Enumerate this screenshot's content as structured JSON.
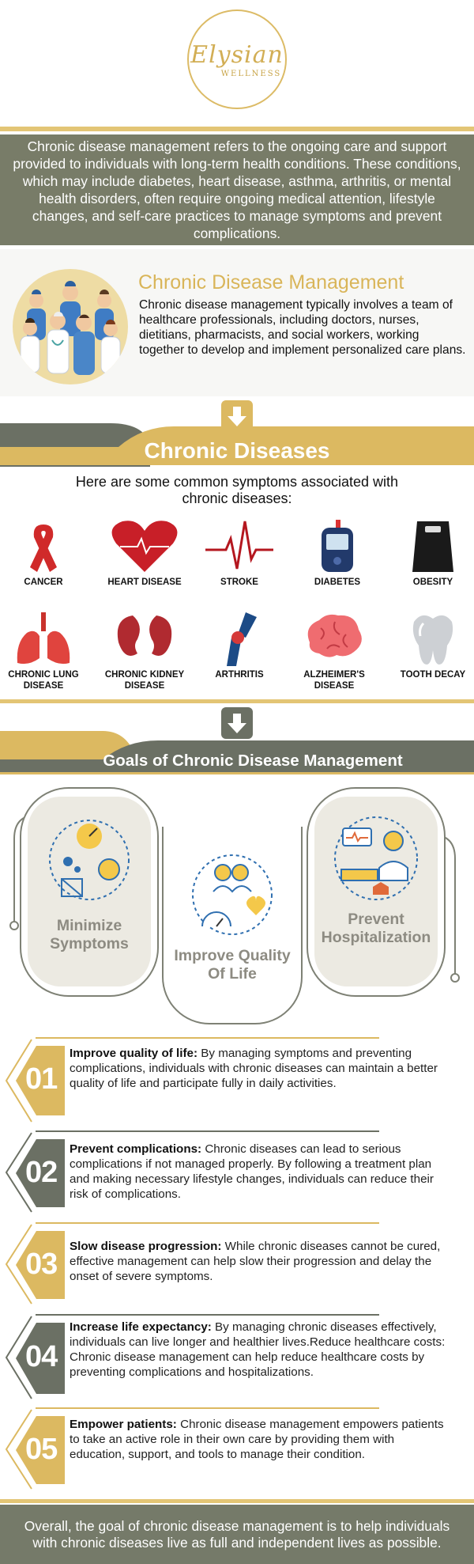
{
  "brand": {
    "script": "Elysian",
    "sub": "WELLNESS"
  },
  "intro": "Chronic disease management refers to the ongoing care and support provided to individuals with long-term health conditions. These conditions, which may include diabetes, heart disease, asthma, arthritis, or mental health disorders, often require ongoing medical attention, lifestyle changes, and self-care practices to manage symptoms and prevent complications.",
  "cdm": {
    "title": "Chronic Disease Management",
    "text": "Chronic disease management typically involves a team of healthcare professionals, including doctors, nurses, dietitians, pharmacists, and social workers, working together to develop and implement personalized care plans."
  },
  "chronic": {
    "title": "Chronic Diseases",
    "symptoms": "Here are some common symptoms associated with chronic diseases:",
    "items": [
      {
        "label": "CANCER",
        "icon": "cancer-ribbon-icon"
      },
      {
        "label": "HEART DISEASE",
        "icon": "heart-icon"
      },
      {
        "label": "STROKE",
        "icon": "heartbeat-icon"
      },
      {
        "label": "DIABETES",
        "icon": "glucose-meter-icon"
      },
      {
        "label": "OBESITY",
        "icon": "scale-icon"
      },
      {
        "label": "CHRONIC LUNG DISEASE",
        "icon": "lungs-icon"
      },
      {
        "label": "CHRONIC KIDNEY DISEASE",
        "icon": "kidneys-icon"
      },
      {
        "label": "ARTHRITIS",
        "icon": "knee-joint-icon"
      },
      {
        "label": "ALZHEIMER'S DISEASE",
        "icon": "brain-icon"
      },
      {
        "label": "TOOTH DECAY",
        "icon": "tooth-icon"
      }
    ]
  },
  "goals": {
    "title": "Goals of Chronic Disease Management",
    "cards": [
      {
        "label": "Minimize Symptoms",
        "icon": "symptoms-icon"
      },
      {
        "label": "Improve Quality Of Life",
        "icon": "family-care-icon"
      },
      {
        "label": "Prevent Hospitalization",
        "icon": "hospital-care-icon"
      }
    ]
  },
  "points": [
    {
      "num": "01",
      "bold": "Improve quality of life:",
      "text": " By managing symptoms and preventing complications, individuals with chronic diseases can maintain a better quality of life and participate fully in daily activities."
    },
    {
      "num": "02",
      "bold": "Prevent complications:",
      "text": " Chronic diseases can lead to serious complications if not managed properly. By following a treatment plan and making necessary lifestyle changes, individuals can reduce their risk of complications."
    },
    {
      "num": "03",
      "bold": "Slow disease progression:",
      "text": " While chronic diseases cannot be cured, effective management can help slow their progression and delay the onset of severe symptoms."
    },
    {
      "num": "04",
      "bold": "Increase life expectancy:",
      "text": " By managing chronic diseases effectively, individuals can live longer and healthier lives.Reduce healthcare costs: Chronic disease management can help reduce healthcare costs by preventing complications and hospitalizations."
    },
    {
      "num": "05",
      "bold": "Empower patients:",
      "text": " Chronic disease management empowers patients to take an active role in their own care by providing them with education, support, and tools to manage their condition."
    }
  ],
  "footer": "Overall, the goal of chronic disease management is to help individuals with chronic diseases live as full and independent lives as possible.",
  "colors": {
    "gold": "#dcb961",
    "olive": "#787c68",
    "dark": "#6b7064"
  }
}
